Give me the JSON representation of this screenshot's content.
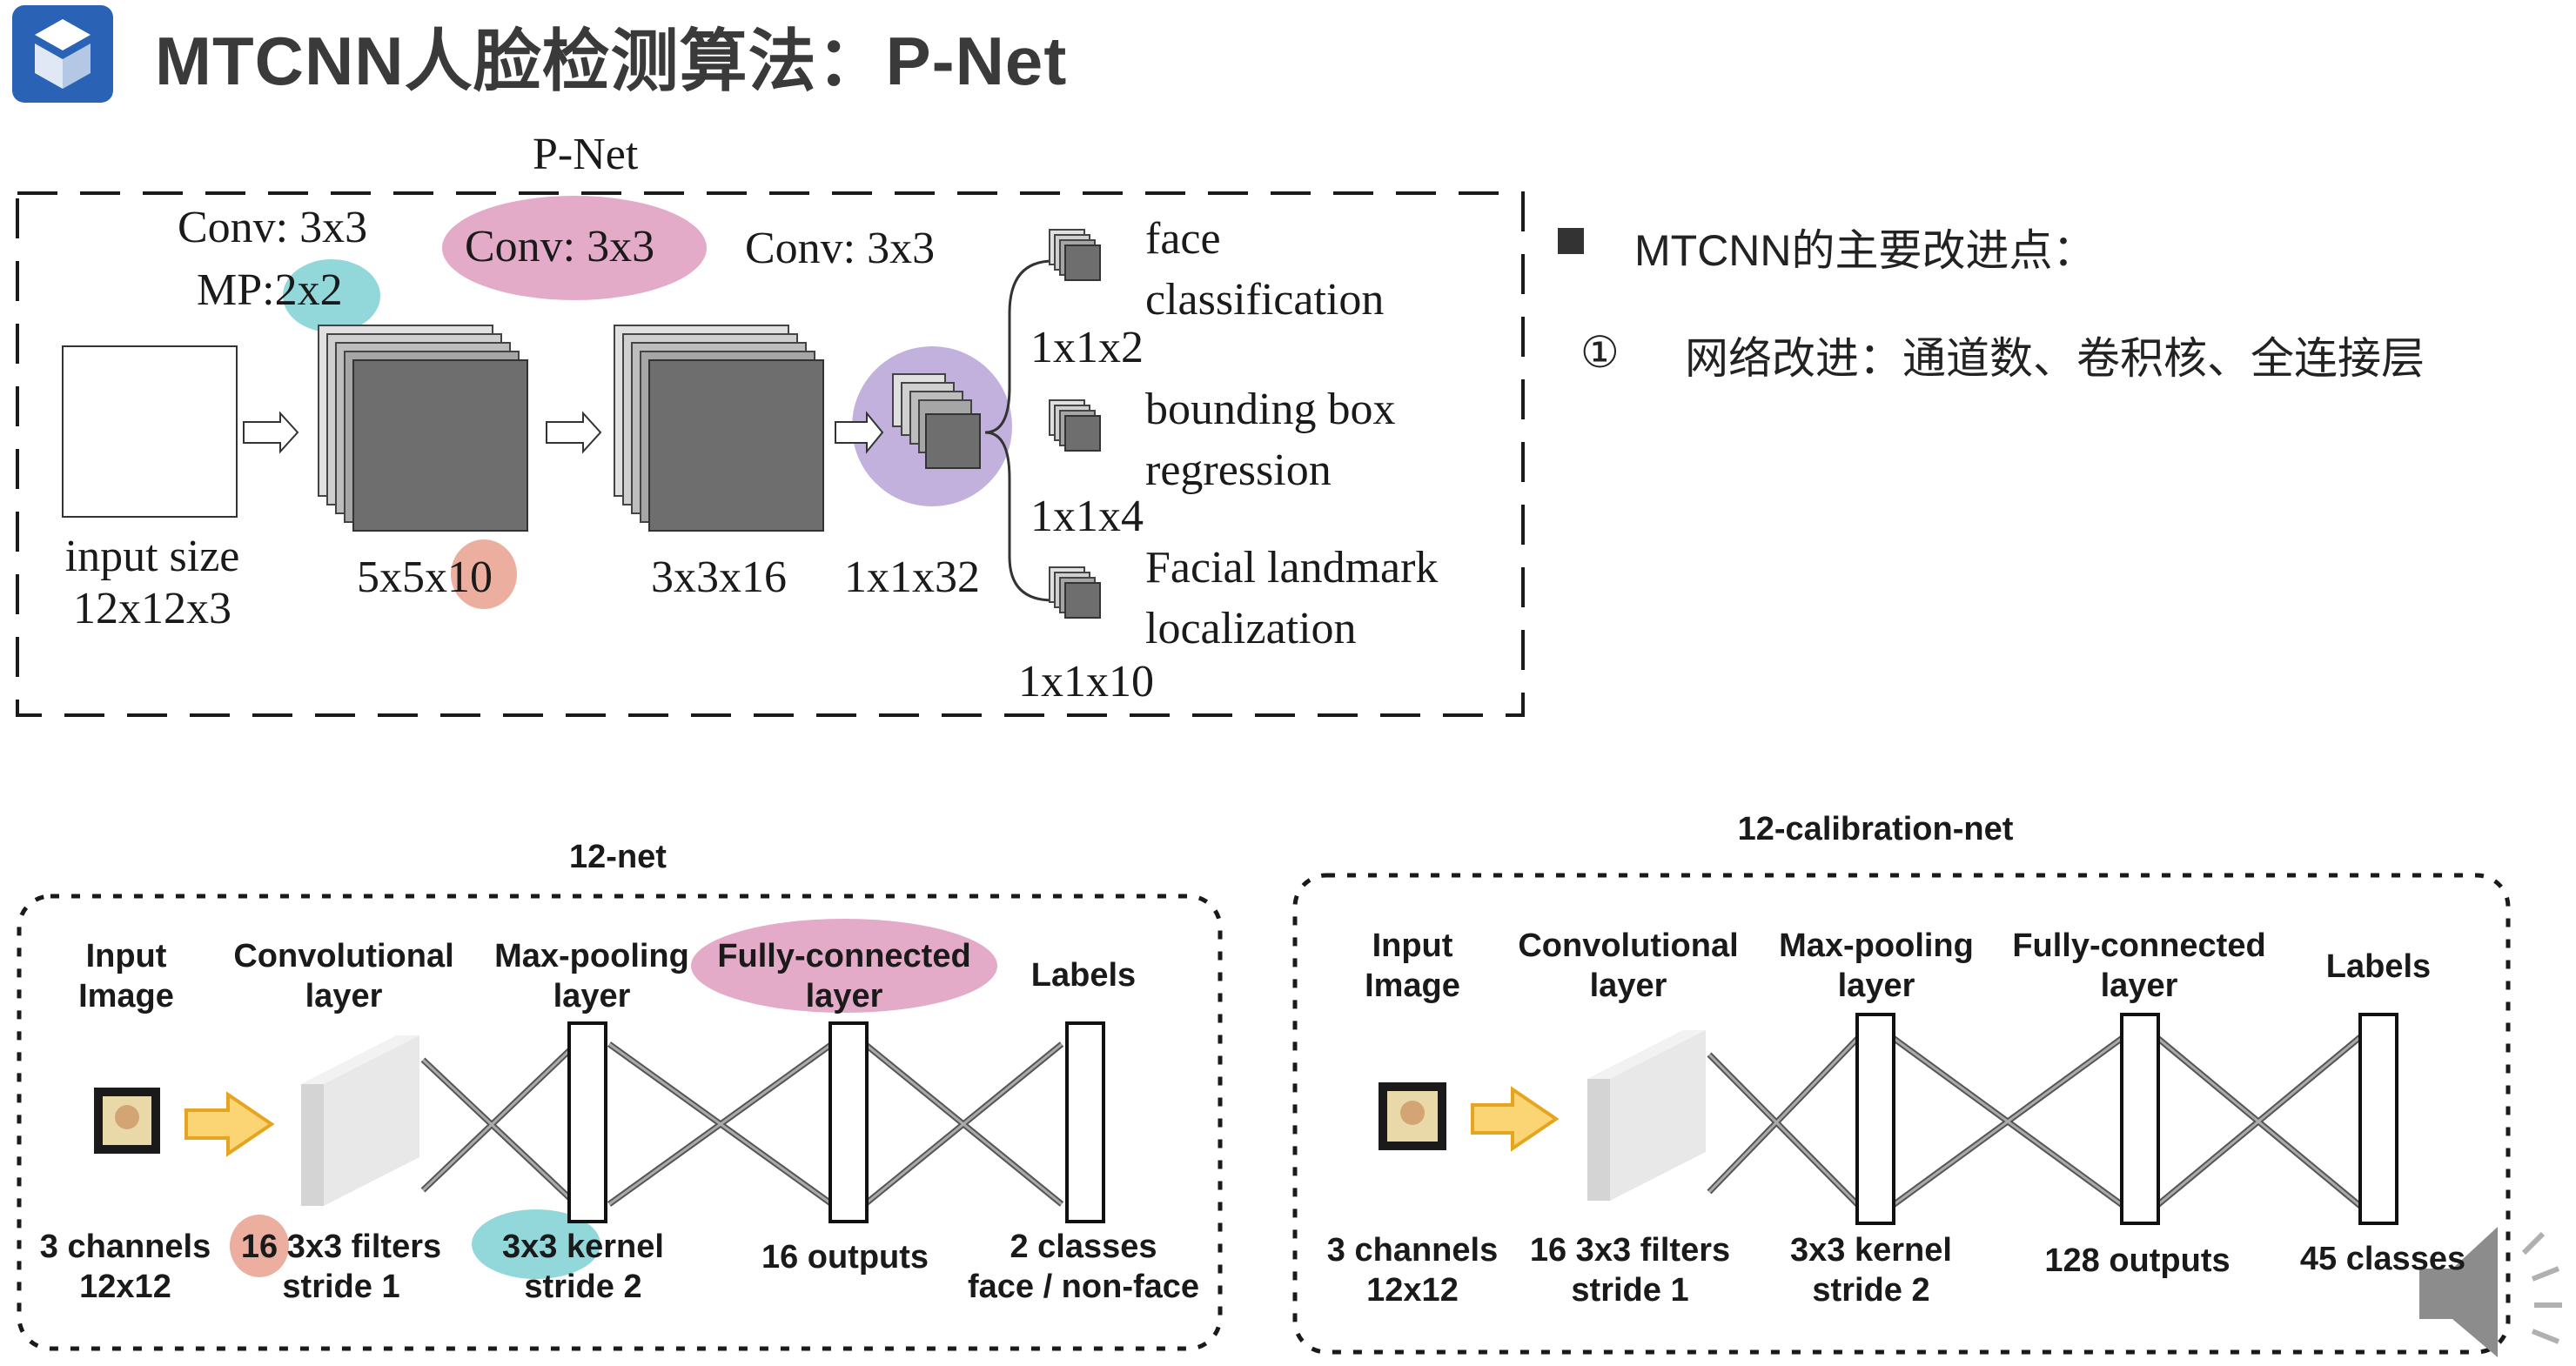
{
  "header": {
    "title": "MTCNN人脸检测算法：P-Net",
    "logo_color": "#2a63b6"
  },
  "pnet": {
    "title": "P-Net",
    "conv1": "Conv: 3x3",
    "mp_prefix": "MP:",
    "mp_value": "2x2",
    "conv2": "Conv: 3x3",
    "conv3": "Conv: 3x3",
    "input_line1": "input size",
    "input_line2": "12x12x3",
    "map1_prefix": "5x5x",
    "map1_suffix": "10",
    "map2": "3x3x16",
    "map3": "1x1x32",
    "out1_label_line1": "face",
    "out1_label_line2": "classification",
    "out1_dim": "1x1x2",
    "out2_label_line1": "bounding box",
    "out2_label_line2": "regression",
    "out2_dim": "1x1x4",
    "out3_label_line1": "Facial landmark",
    "out3_label_line2": "localization",
    "out3_dim": "1x1x10"
  },
  "notes": {
    "heading": "MTCNN的主要改进点：",
    "item_marker": "①",
    "item_text": "网络改进：通道数、卷积核、全连接层"
  },
  "net12": {
    "title": "12-net",
    "col_input": [
      "Input",
      "Image"
    ],
    "col_conv": [
      "Convolutional",
      "layer"
    ],
    "col_pool": [
      "Max-pooling",
      "layer"
    ],
    "col_fc": [
      "Fully-connected",
      "layer"
    ],
    "col_labels": "Labels",
    "input_desc": [
      "3 channels",
      "12x12"
    ],
    "conv_desc_num": "16",
    "conv_desc_rest": " 3x3 filters",
    "conv_desc_line2": "stride 1",
    "pool_desc_hl": "3x3",
    "pool_desc_rest": " kernel",
    "pool_desc_line2": "stride 2",
    "fc_desc": "16 outputs",
    "labels_desc": [
      "2 classes",
      "face / non-face"
    ]
  },
  "calib12": {
    "title": "12-calibration-net",
    "col_input": [
      "Input",
      "Image"
    ],
    "col_conv": [
      "Convolutional",
      "layer"
    ],
    "col_pool": [
      "Max-pooling",
      "layer"
    ],
    "col_fc": [
      "Fully-connected",
      "layer"
    ],
    "col_labels": "Labels",
    "input_desc": [
      "3 channels",
      "12x12"
    ],
    "conv_desc": [
      "16 3x3 filters",
      "stride 1"
    ],
    "pool_desc": [
      "3x3 kernel",
      "stride 2"
    ],
    "fc_desc": "128 outputs",
    "labels_desc": "45 classes"
  },
  "highlight_colors": {
    "teal": "#7fd0d4",
    "pink": "#d98fb5",
    "salmon": "#e79a86",
    "purple": "#b7a3d6"
  }
}
